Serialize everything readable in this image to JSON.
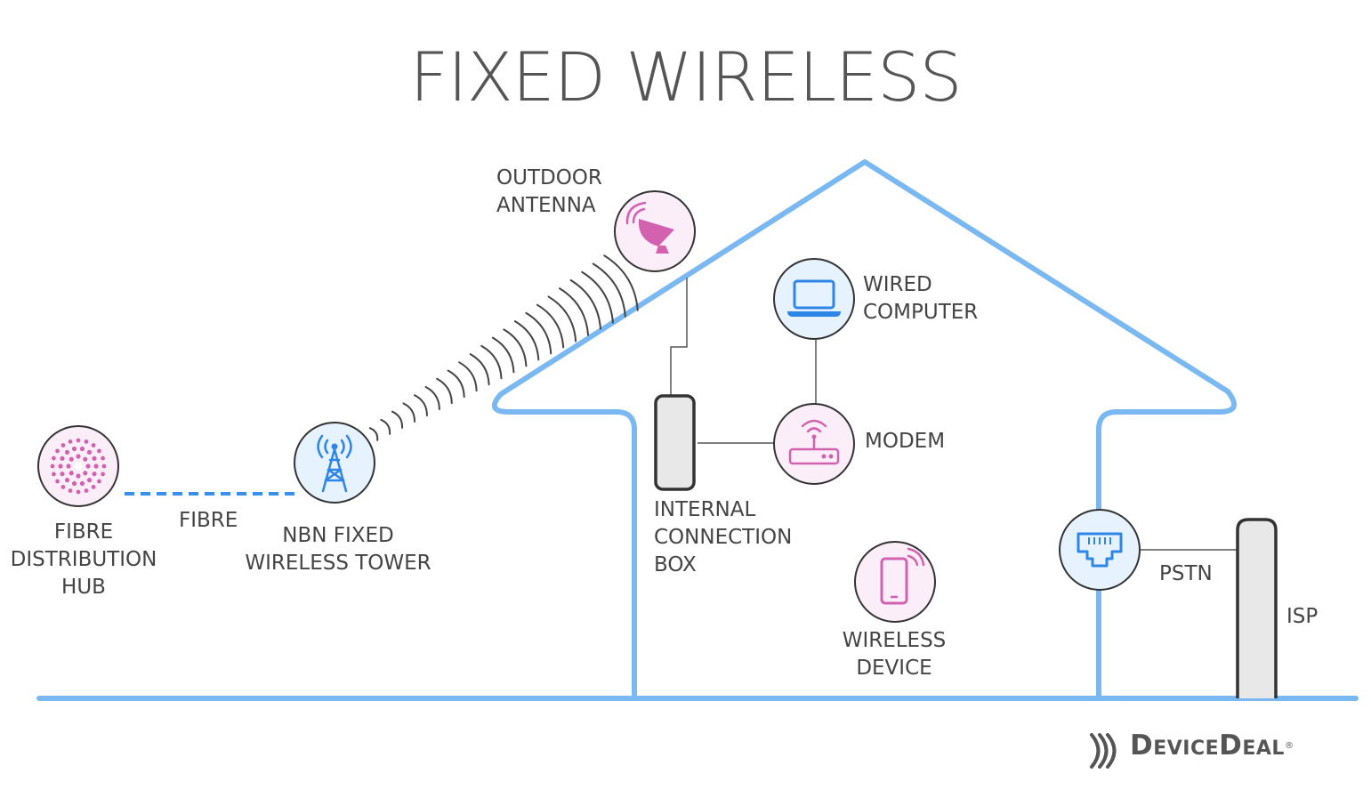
{
  "title": "FIXED WIRELESS",
  "labels": {
    "outdoor_antenna": [
      "OUTDOOR",
      "ANTENNA"
    ],
    "wired_computer": [
      "WIRED",
      "COMPUTER"
    ],
    "modem": "MODEM",
    "fibre": "FIBRE",
    "fibre_hub": [
      "FIBRE",
      "DISTRIBUTION",
      "HUB"
    ],
    "nbn_tower": [
      "NBN FIXED",
      "WIRELESS TOWER"
    ],
    "internal_box": [
      "INTERNAL",
      "CONNECTION",
      "BOX"
    ],
    "wireless_device": [
      "WIRELESS",
      "DEVICE"
    ],
    "pstn": "PSTN",
    "isp": "ISP"
  },
  "brand": {
    "name": "DeviceDeal",
    "mark": "®"
  },
  "colors": {
    "house_line": "#7ab8f2",
    "fibre_line": "#3a8fe8",
    "pink_icon": "#d262b0",
    "blue_icon": "#2d86e6",
    "pink_fill": "#fbeef8",
    "blue_fill": "#e6f2fd",
    "text": "#444444",
    "connector": "#555555",
    "box_fill": "#e8e8e8"
  }
}
